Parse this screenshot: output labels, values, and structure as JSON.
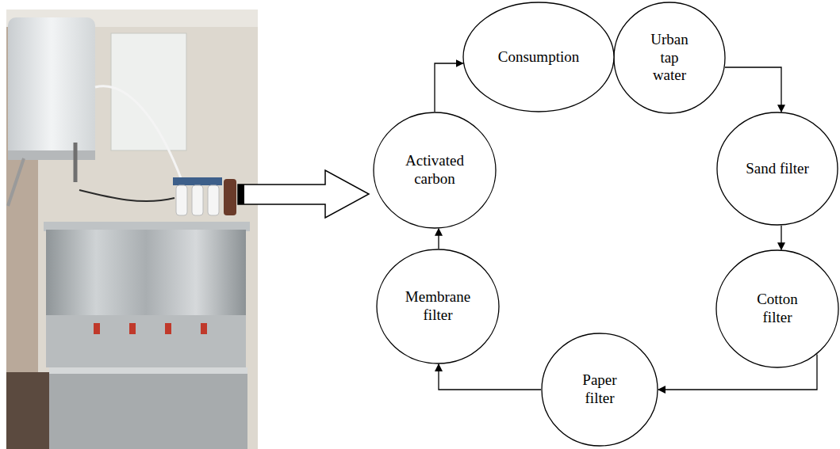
{
  "diagram": {
    "nodes": [
      {
        "text": [
          "Urban tap water"
        ]
      },
      {
        "text": [
          "Sand filter"
        ]
      },
      {
        "text": [
          "Cotton filter"
        ]
      },
      {
        "text": [
          "Paper filter"
        ]
      },
      {
        "text": [
          "Membrane filter"
        ]
      },
      {
        "text": [
          "Activated carbon"
        ]
      },
      {
        "text": [
          "Consumption"
        ]
      }
    ],
    "edges": [
      {
        "from": 0,
        "to": 1,
        "arrow": "to"
      },
      {
        "from": 1,
        "to": 2,
        "arrow": "to"
      },
      {
        "from": 2,
        "to": 3,
        "arrow": "to"
      },
      {
        "from": 3,
        "to": 4,
        "arrow": "to"
      },
      {
        "from": 4,
        "to": 5,
        "arrow": "to"
      },
      {
        "from": 5,
        "to": 6,
        "arrow": "to"
      }
    ]
  }
}
